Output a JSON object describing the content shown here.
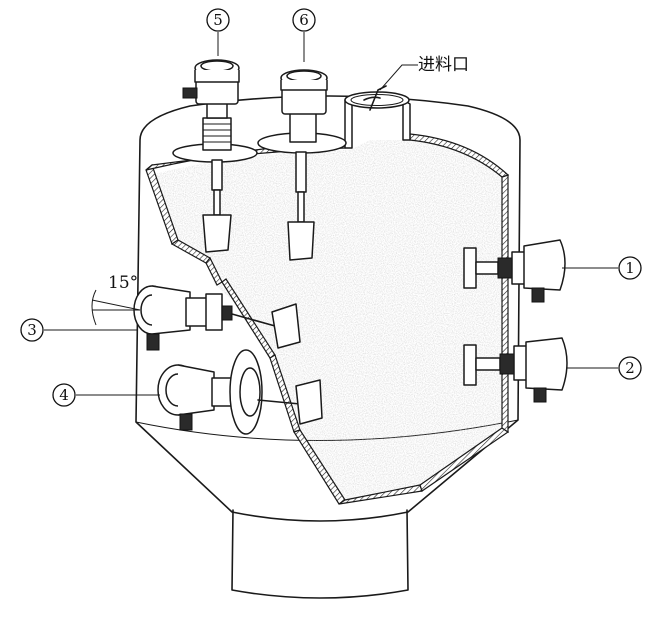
{
  "callouts": [
    {
      "id": "1",
      "text": "①"
    },
    {
      "id": "2",
      "text": "②"
    },
    {
      "id": "3",
      "text": "③"
    },
    {
      "id": "4",
      "text": "④"
    },
    {
      "id": "5",
      "text": "⑤"
    },
    {
      "id": "6",
      "text": "⑥"
    }
  ],
  "inlet_label": "进料口",
  "angle_label": "15°"
}
